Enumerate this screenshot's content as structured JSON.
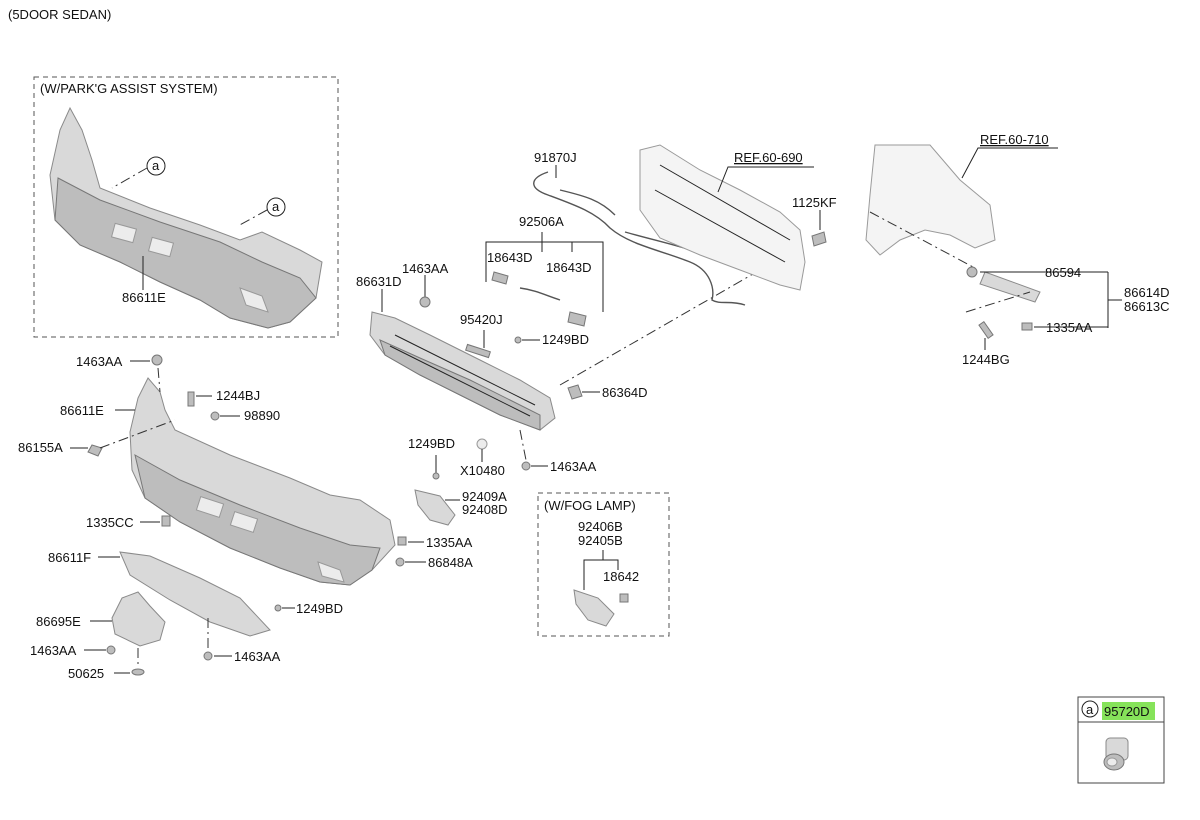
{
  "header": {
    "title": "(5DOOR SEDAN)"
  },
  "boxes": {
    "parking": "(W/PARK'G ASSIST SYSTEM)",
    "fog": "(W/FOG LAMP)"
  },
  "markers": {
    "a": "a"
  },
  "labels": {
    "l_91870J": "91870J",
    "l_ref690": "REF.60-690",
    "l_ref710": "REF.60-710",
    "l_1125KF": "1125KF",
    "l_92506A": "92506A",
    "l_18643D_1": "18643D",
    "l_18643D_2": "18643D",
    "l_1463AA_top": "1463AA",
    "l_86631D": "86631D",
    "l_95420J": "95420J",
    "l_1249BD_a": "1249BD",
    "l_86364D": "86364D",
    "l_86594": "86594",
    "l_86614D": "86614D",
    "l_86613C": "86613C",
    "l_1335AA_r": "1335AA",
    "l_1244BG": "1244BG",
    "l_86611E_box": "86611E",
    "l_1463AA_l": "1463AA",
    "l_1244BJ": "1244BJ",
    "l_86611E": "86611E",
    "l_98890": "98890",
    "l_86155A": "86155A",
    "l_1249BD_b": "1249BD",
    "l_X10480": "X10480",
    "l_1463AA_m": "1463AA",
    "l_92409A": "92409A",
    "l_92408D": "92408D",
    "l_1335CC": "1335CC",
    "l_1335AA_m": "1335AA",
    "l_86611F": "86611F",
    "l_86848A": "86848A",
    "l_1249BD_c": "1249BD",
    "l_86695E": "86695E",
    "l_1463AA_bl": "1463AA",
    "l_1463AA_b": "1463AA",
    "l_50625": "50625",
    "l_92406B": "92406B",
    "l_92405B": "92405B",
    "l_18642": "18642"
  },
  "legend": {
    "marker": "a",
    "part_no": "95720D",
    "highlight_color": "#86e35a"
  }
}
